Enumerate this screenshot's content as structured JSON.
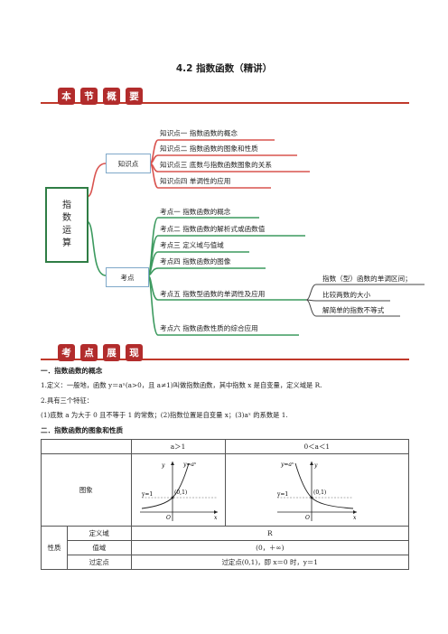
{
  "doc": {
    "title": "4.2  指数函数（精讲）",
    "banner1": [
      "本",
      "节",
      "概",
      "要"
    ],
    "banner2": [
      "考",
      "点",
      "展",
      "现"
    ],
    "mindmap": {
      "root": [
        "指",
        "数",
        "运",
        "算"
      ],
      "branch_knowledge": "知识点",
      "branch_exam": "考点",
      "knowledge_points": [
        "知识点一    指数函数的概念",
        "知识点二    指数函数的图象和性质",
        "知识点三    底数与指数函数图象的关系",
        "知识点四    单调性的应用"
      ],
      "exam_points": [
        "考点一  指数函数的概念",
        "考点二  指数函数的解析式或函数值",
        "考点三  定义域与值域",
        "考点四    指数函数的图像",
        "考点五    指数型函数的单调性及应用",
        "考点六  指数函数性质的综合应用"
      ],
      "sub_points": [
        "指数（型）函数的单调区间；",
        "比较两数的大小",
        "解简单的指数不等式"
      ]
    },
    "section1": {
      "heading": "一．指数函数的概念",
      "line1": "1.定义：一般地，函数 y＝aˣ(a>0，且 a≠1)叫做指数函数，其中指数 x 是自变量，定义域是 R.",
      "line2": "2.具有三个特征：",
      "line3": "(1)底数 a 为大于 0 且不等于 1 的常数；(2)指数位置是自变量 x；(3)aˣ 的系数是 1."
    },
    "section2": {
      "heading": "二．指数函数的图象和性质",
      "col_a_gt_1": "a＞1",
      "col_a_lt_1": "0＜a＜1",
      "row_graph": "图象",
      "row_props": "性质",
      "domain_label": "定义域",
      "domain_value": "R",
      "range_label": "值域",
      "range_value": "(0，＋∞)",
      "fixed_label": "过定点",
      "fixed_value": "过定点(0,1)，即 x＝0 时，y＝1",
      "graph1": {
        "y_label": "y",
        "func": "y=aˣ",
        "point": "(0,1)",
        "hline": "y=1",
        "origin": "O",
        "x_label": "x"
      },
      "graph2": {
        "y_label": "y",
        "func": "y=aˣ",
        "point": "(0,1)",
        "hline": "y=1",
        "origin": "O",
        "x_label": "x"
      }
    }
  }
}
